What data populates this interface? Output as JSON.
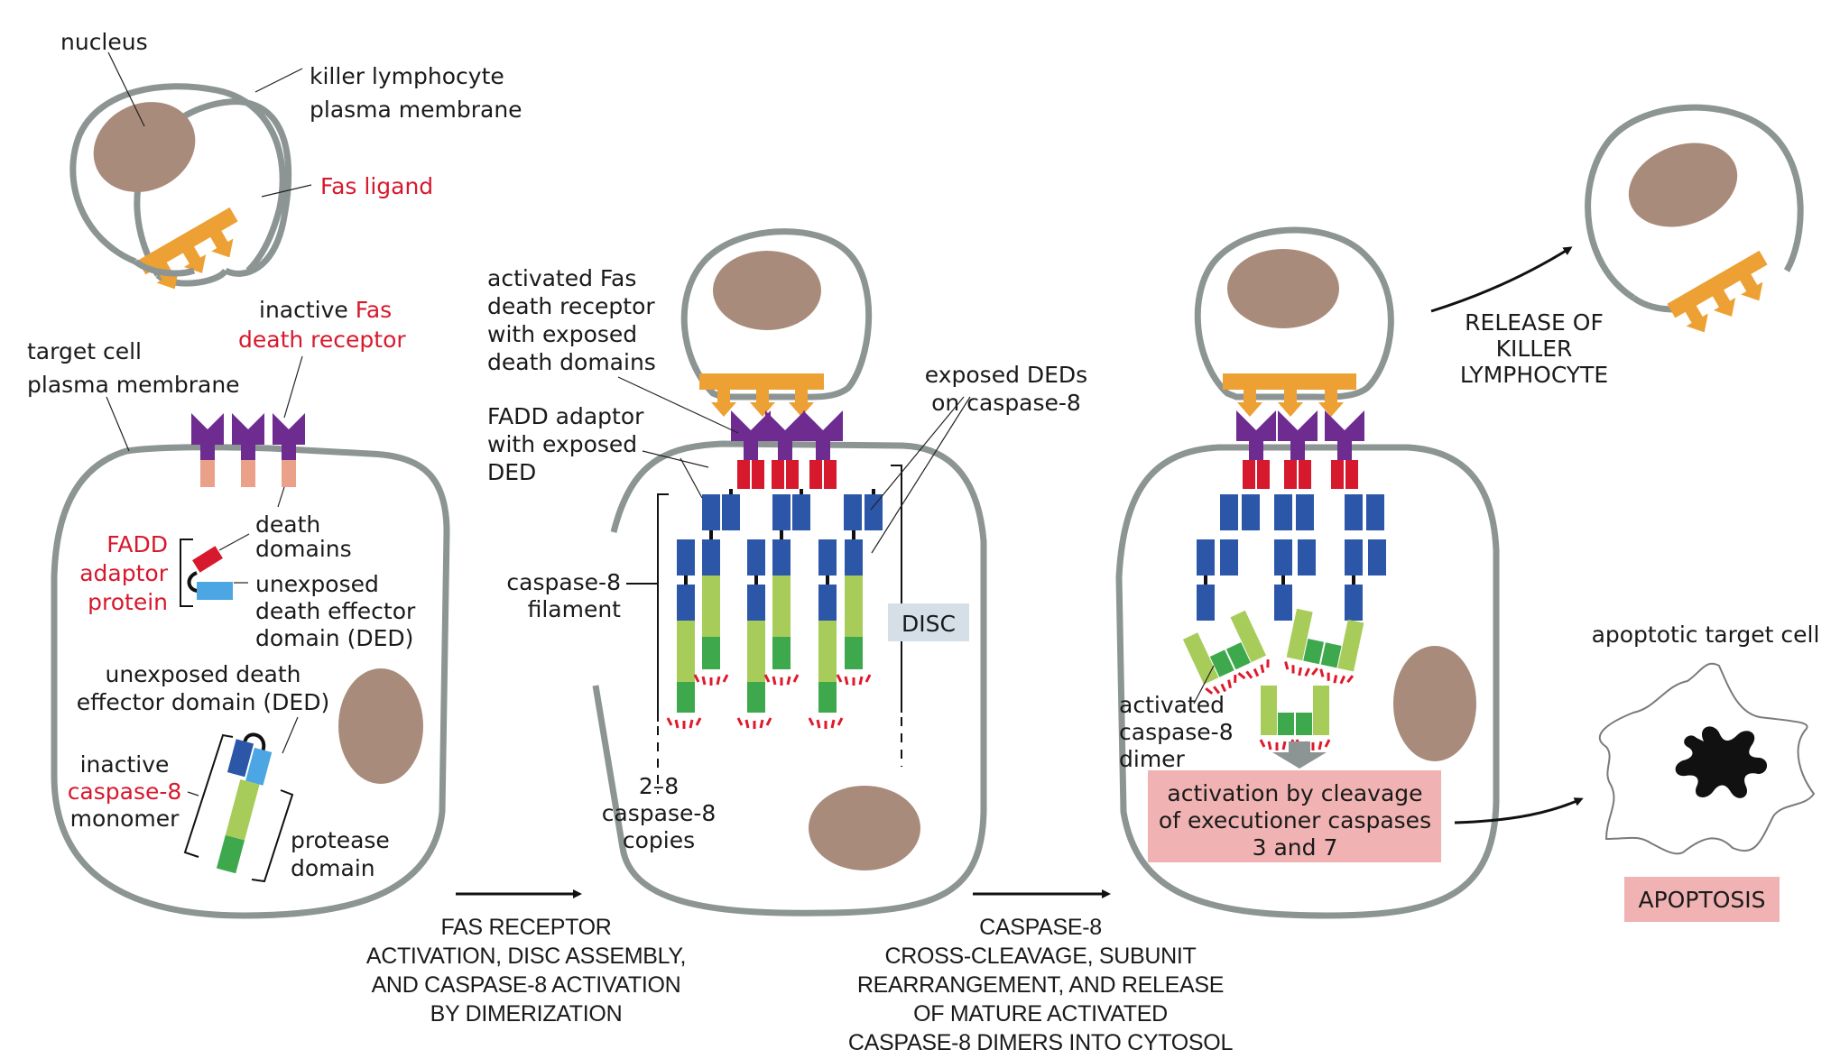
{
  "figure": {
    "colors": {
      "membrane": "#8c9593",
      "nucleus": "#a88b7b",
      "fas_ligand": "#eda033",
      "fas_receptor": "#6e2c91",
      "death_domain_inactive": "#eba08a",
      "fadd_death_domain": "#d7192d",
      "ded_unexposed": "#4ba6e3",
      "ded_exposed": "#2c57a8",
      "protease_light": "#a8cc5a",
      "protease_dark": "#3ea84c",
      "highlight_box": "#f0b2b2",
      "disc_box": "#d4dfe8",
      "label_red": "#d7192d"
    },
    "panel1": {
      "nucleus": "nucleus",
      "killer_membrane": [
        "killer lymphocyte",
        "plasma membrane"
      ],
      "fas_ligand": "Fas ligand",
      "inactive_fas": {
        "prefix": "inactive ",
        "red": "Fas",
        "line2": "death receptor"
      },
      "target_membrane": [
        "target cell",
        "plasma membrane"
      ],
      "death_domains": [
        "death",
        "domains"
      ],
      "fadd": [
        "FADD",
        "adaptor",
        "protein"
      ],
      "unexposed_ded": [
        "unexposed",
        "death effector",
        "domain (DED)"
      ],
      "unexposed_ded2": [
        "unexposed death",
        "effector domain (DED)"
      ],
      "inactive_caspase": {
        "line1": "inactive",
        "red": "caspase-8",
        "line3": "monomer"
      },
      "protease": [
        "protease",
        "domain"
      ]
    },
    "step1_caption": [
      "FAS RECEPTOR",
      "ACTIVATION, DISC ASSEMBLY,",
      "AND CASPASE-8 ACTIVATION",
      "BY DIMERIZATION"
    ],
    "panel2": {
      "activated_fas": [
        "activated Fas",
        "death receptor",
        "with exposed",
        "death domains"
      ],
      "fadd_exposed": [
        "FADD adaptor",
        "with exposed",
        "DED"
      ],
      "exposed_deds": [
        "exposed DEDs",
        "on caspase-8"
      ],
      "filament": [
        "caspase-8",
        "filament"
      ],
      "disc": "DISC",
      "copies": [
        "2–8",
        "caspase-8",
        "copies"
      ]
    },
    "step2_caption": [
      "CASPASE-8",
      "CROSS-CLEAVAGE, SUBUNIT",
      "REARRANGEMENT, AND RELEASE",
      "OF MATURE ACTIVATED",
      "CASPASE-8 DIMERS INTO CYTOSOL"
    ],
    "panel3": {
      "dimer": [
        "activated",
        "caspase-8",
        "dimer"
      ],
      "activation_box": [
        "activation by cleavage",
        "of executioner caspases",
        "3 and 7"
      ]
    },
    "release": [
      "RELEASE OF",
      "KILLER",
      "LYMPHOCYTE"
    ],
    "apoptotic_cell": "apoptotic target cell",
    "apoptosis": "APOPTOSIS"
  }
}
